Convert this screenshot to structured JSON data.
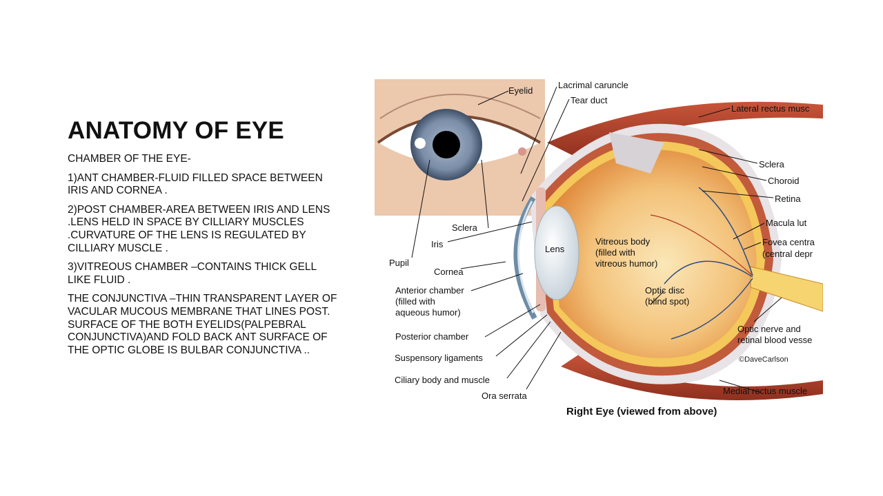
{
  "slide": {
    "title": "ANATOMY OF EYE",
    "paragraphs": [
      "CHAMBER OF THE EYE-",
      "1)ANT CHAMBER-FLUID FILLED SPACE BETWEEN IRIS AND CORNEA .",
      "2)POST CHAMBER-AREA   BETWEEN IRIS AND LENS .LENS HELD IN SPACE BY CILLIARY MUSCLES .CURVATURE OF THE LENS IS REGULATED BY CILLIARY MUSCLE .",
      "3)VITREOUS CHAMBER –CONTAINS THICK GELL LIKE FLUID .",
      "THE CONJUNCTIVA –THIN TRANSPARENT LAYER OF VACULAR MUCOUS MEMBRANE THAT LINES POST. SURFACE OF THE BOTH EYELIDS(PALPEBRAL  CONJUNCTIVA)AND FOLD BACK ANT SURFACE OF THE OPTIC GLOBE IS BULBAR CONJUNCTIVA .."
    ]
  },
  "diagram": {
    "caption": "Right Eye (viewed from above)",
    "credit": "©DaveCarlson",
    "labels": {
      "eyelid": "Eyelid",
      "lacrimal_caruncle": "Lacrimal caruncle",
      "tear_duct": "Tear duct",
      "lateral_rectus": "Lateral rectus musc",
      "sclera_right": "Sclera",
      "choroid": "Choroid",
      "retina": "Retina",
      "macula": "Macula lut",
      "fovea_1": "Fovea centra",
      "fovea_2": "(central depr",
      "sclera_left": "Sclera",
      "iris": "Iris",
      "pupil": "Pupil",
      "cornea": "Cornea",
      "lens": "Lens",
      "vitreous_1": "Vitreous body",
      "vitreous_2": "(filled with",
      "vitreous_3": "vitreous humor)",
      "optic_disc_1": "Optic disc",
      "optic_disc_2": "(blind spot)",
      "anterior_1": "Anterior chamber",
      "anterior_2": "(filled with",
      "anterior_3": "aqueous humor)",
      "posterior": "Posterior chamber",
      "suspensory": "Suspensory ligaments",
      "ciliary": "Ciliary body and muscle",
      "ora_serrata": "Ora serrata",
      "optic_nerve_1": "Optic nerve and",
      "optic_nerve_2": "retinal blood vesse",
      "medial_rectus": "Medial rectus muscle"
    }
  }
}
